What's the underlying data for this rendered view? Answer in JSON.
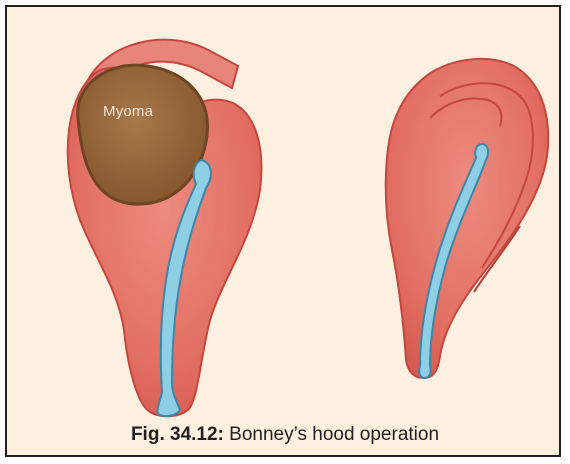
{
  "figure": {
    "label_myoma": "Myoma",
    "caption_number": "Fig. 34.12:",
    "caption_text": " Bonney’s hood operation"
  },
  "colors": {
    "background": "#fdf0e1",
    "tissue": "#e8766a",
    "tissue_outline": "#c4473f",
    "myoma": "#9a6a3a",
    "myoma_outline": "#6e4423",
    "cavity": "#8ecfe6",
    "cavity_outline": "#3f86a6"
  }
}
